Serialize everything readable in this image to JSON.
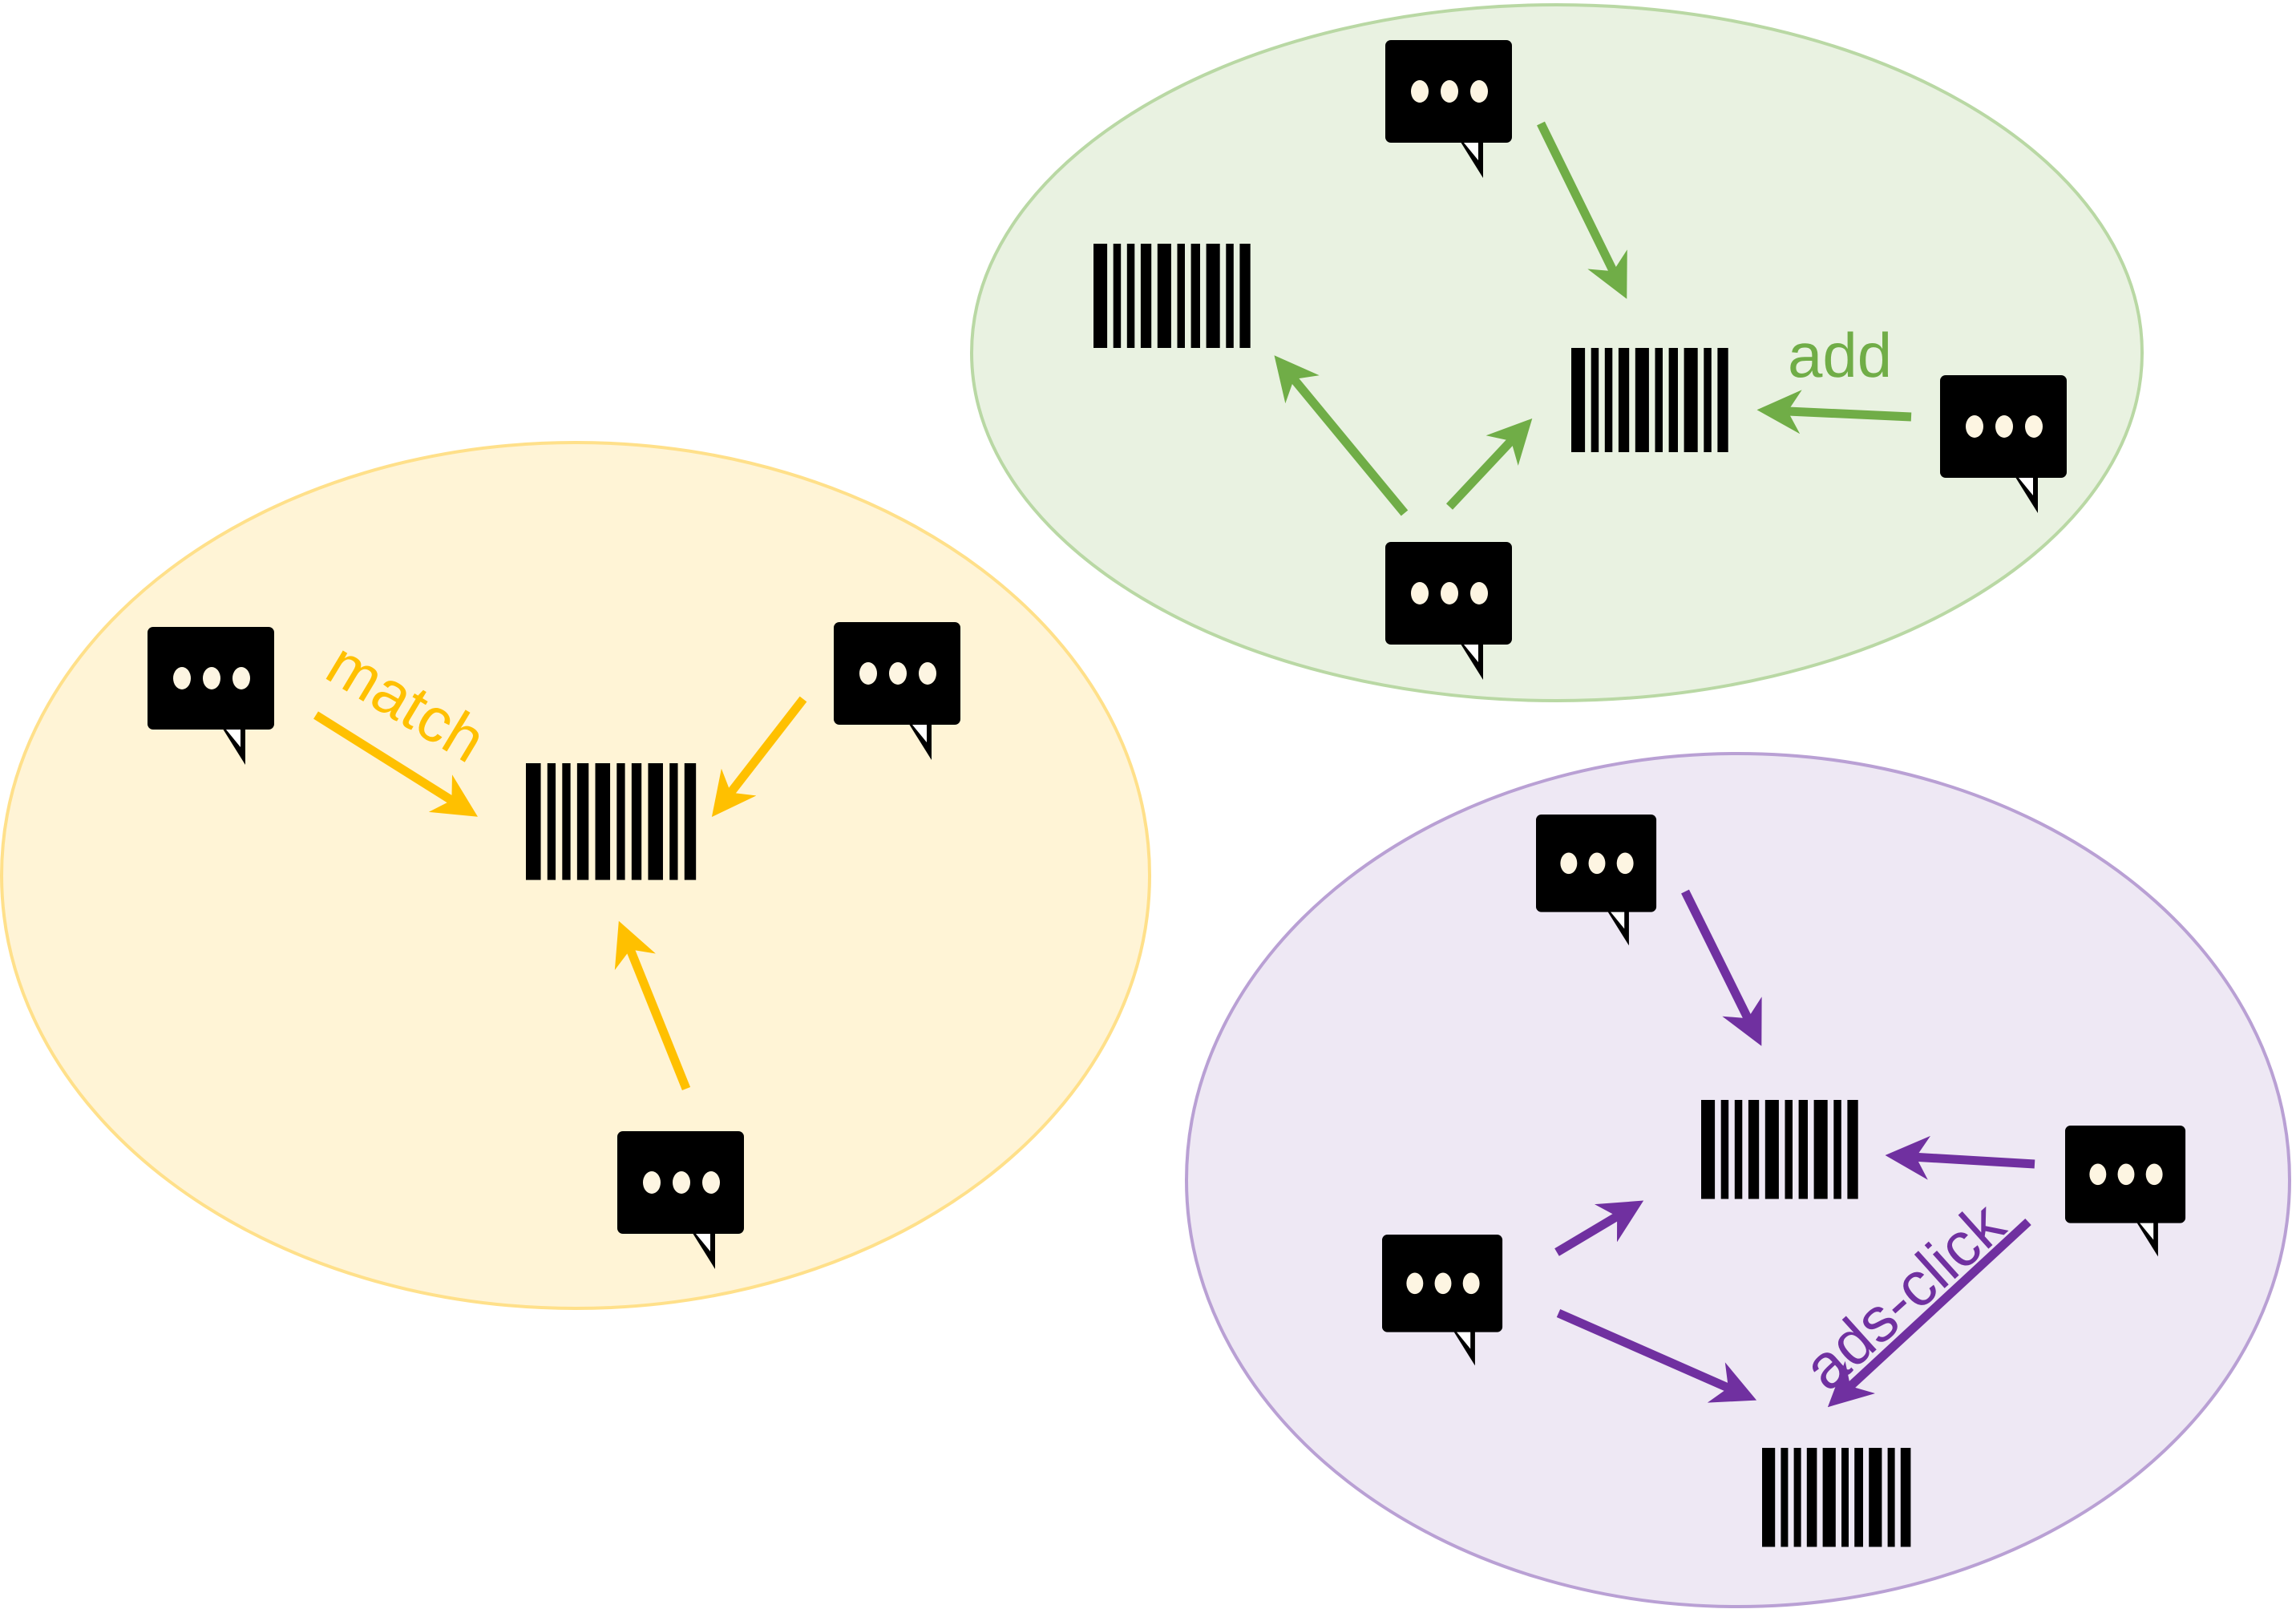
{
  "diagram": {
    "groups": [
      {
        "id": "match-group",
        "label": "match",
        "fill": "#fff4d6",
        "stroke": "#ffe08a",
        "accent": "#ffc000",
        "nodes": [
          {
            "id": "m-q1",
            "icon": "speech-bubble-icon"
          },
          {
            "id": "m-q2",
            "icon": "speech-bubble-icon"
          },
          {
            "id": "m-q3",
            "icon": "speech-bubble-icon"
          },
          {
            "id": "m-item",
            "icon": "barcode-icon"
          }
        ],
        "edges": [
          {
            "from": "m-q1",
            "to": "m-item",
            "labeled": true
          },
          {
            "from": "m-q2",
            "to": "m-item"
          },
          {
            "from": "m-q3",
            "to": "m-item"
          }
        ]
      },
      {
        "id": "add-group",
        "label": "add",
        "fill": "#e9f2e1",
        "stroke": "#b9d8a4",
        "accent": "#70ad47",
        "nodes": [
          {
            "id": "a-q-top",
            "icon": "speech-bubble-icon"
          },
          {
            "id": "a-q-right",
            "icon": "speech-bubble-icon"
          },
          {
            "id": "a-q-bottom",
            "icon": "speech-bubble-icon"
          },
          {
            "id": "a-item-left",
            "icon": "barcode-icon"
          },
          {
            "id": "a-item-center",
            "icon": "barcode-icon"
          }
        ],
        "edges": [
          {
            "from": "a-q-top",
            "to": "a-item-center"
          },
          {
            "from": "a-q-right",
            "to": "a-item-center",
            "labeled": true
          },
          {
            "from": "a-q-bottom",
            "to": "a-item-left"
          },
          {
            "from": "a-q-bottom",
            "to": "a-item-center"
          }
        ]
      },
      {
        "id": "ads-click-group",
        "label": "ads-click",
        "fill": "#eee8f4",
        "stroke": "#b9a0d4",
        "accent": "#7030a0",
        "nodes": [
          {
            "id": "c-q-top",
            "icon": "speech-bubble-icon"
          },
          {
            "id": "c-q-right",
            "icon": "speech-bubble-icon"
          },
          {
            "id": "c-q-left",
            "icon": "speech-bubble-icon"
          },
          {
            "id": "c-item-top",
            "icon": "barcode-icon"
          },
          {
            "id": "c-item-bottom",
            "icon": "barcode-icon"
          }
        ],
        "edges": [
          {
            "from": "c-q-top",
            "to": "c-item-top"
          },
          {
            "from": "c-q-right",
            "to": "c-item-top"
          },
          {
            "from": "c-q-left",
            "to": "c-item-top"
          },
          {
            "from": "c-q-left",
            "to": "c-item-bottom"
          },
          {
            "from": "c-q-right",
            "to": "c-item-bottom",
            "labeled": true
          }
        ]
      }
    ]
  }
}
